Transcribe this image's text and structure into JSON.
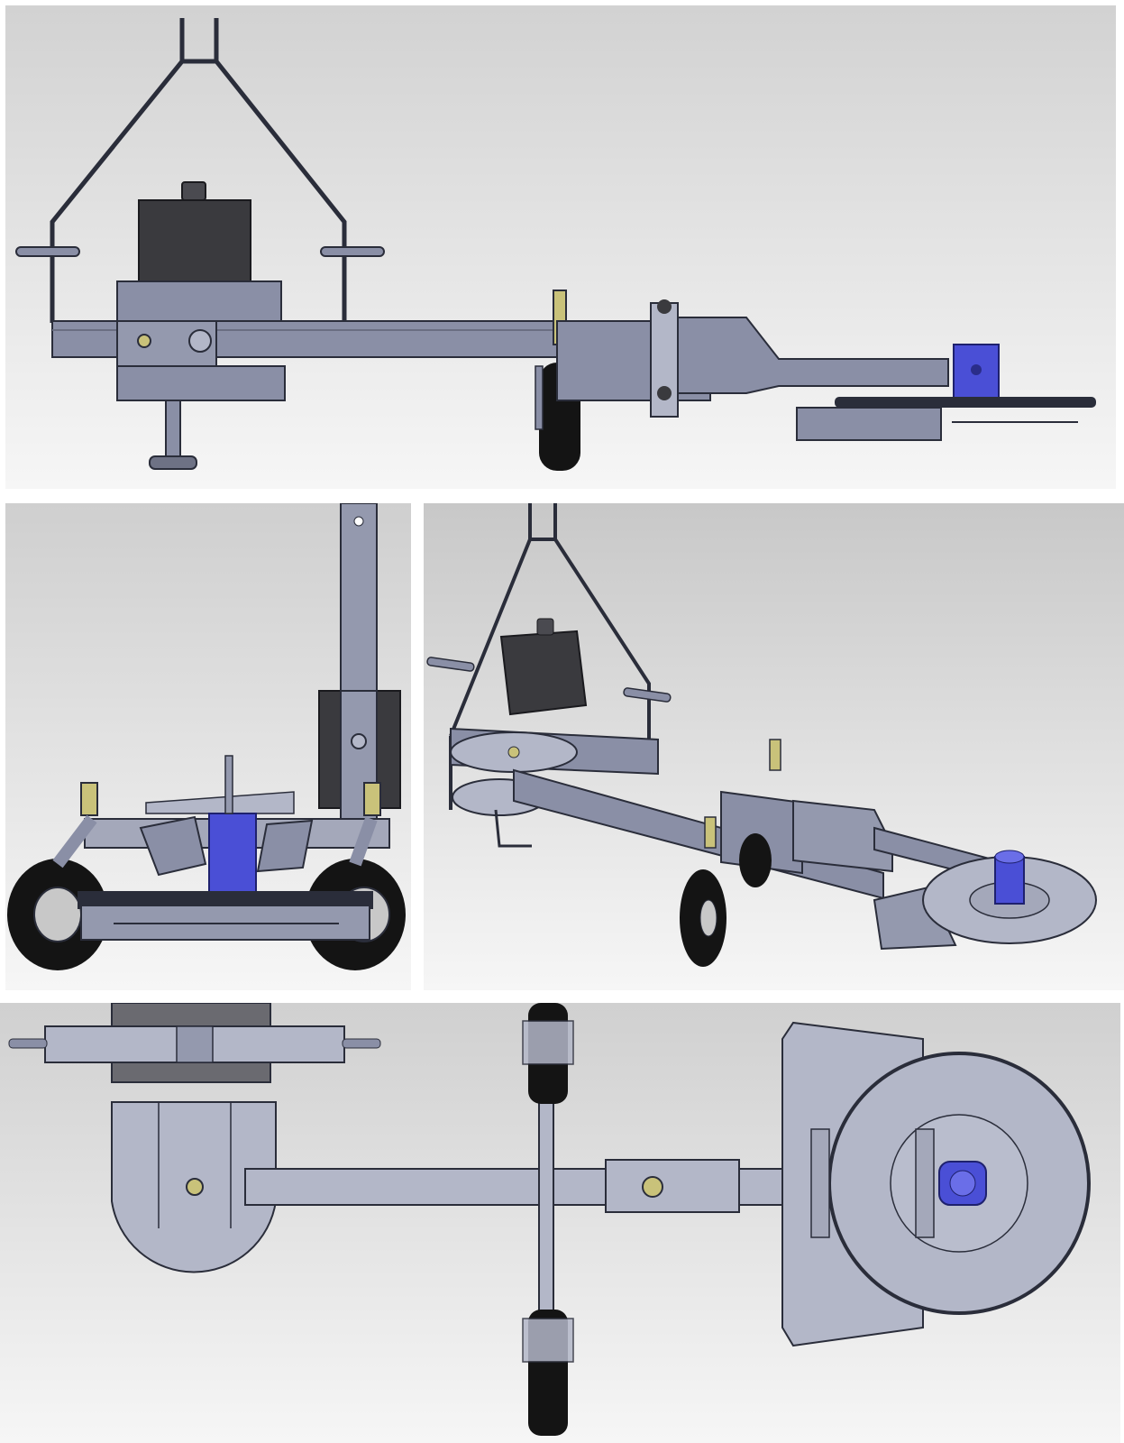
{
  "figure": {
    "panels": [
      {
        "id": "side",
        "view": "side-elevation"
      },
      {
        "id": "front",
        "view": "front-elevation"
      },
      {
        "id": "iso",
        "view": "isometric"
      },
      {
        "id": "top",
        "view": "top-plan"
      }
    ]
  },
  "colors": {
    "background_light": "#f2f2f2",
    "background_dark": "#cfcfcf",
    "frame_steel": "#8a8fa6",
    "frame_stroke": "#2a2d3a",
    "plate_light": "#b3b7c8",
    "tank_dark": "#3a3a3e",
    "bearing_blue": "#4a4fd6",
    "fitting_yellow": "#c9c27a",
    "tire_black": "#141414",
    "hub_grey": "#c8c8c8"
  }
}
